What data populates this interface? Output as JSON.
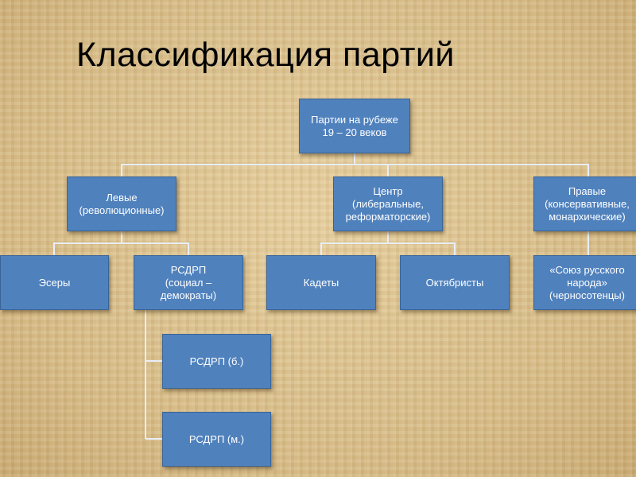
{
  "title": "Классификация партий",
  "colors": {
    "node_fill": "#4f81bd",
    "node_text": "#ffffff",
    "connector": "#e8eef7"
  },
  "nodes": {
    "root": "Партии на рубеже\n19 – 20 веков",
    "left": "Левые\n(революционные)",
    "center": "Центр\n(либеральные,\nреформаторские)",
    "right": "Правые\n(консервативные,\nмонархические)",
    "esery": "Эсеры",
    "rsdrp": "РСДРП\n(социал –\nдемократы)",
    "kadety": "Кадеты",
    "oktyabristy": "Октябристы",
    "soyuz": "«Союз русского\nнарода»\n(черносотенцы)",
    "rsdrp_b": "РСДРП (б.)",
    "rsdrp_m": "РСДРП (м.)"
  }
}
